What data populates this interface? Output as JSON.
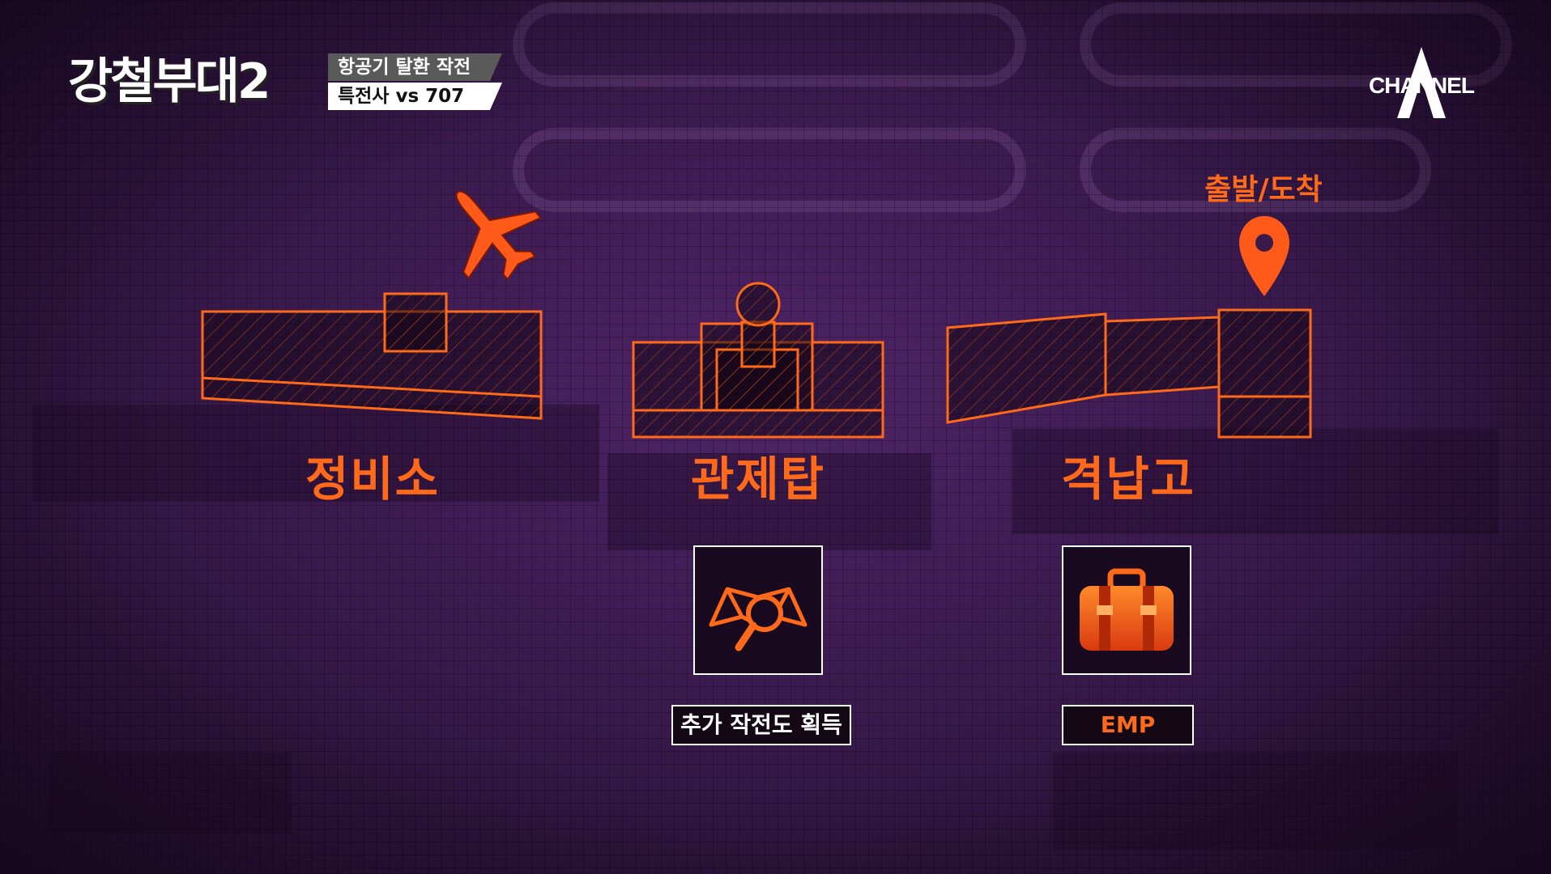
{
  "show": {
    "logo_text": "강철부대2",
    "subtitle_line1": "항공기 탈환 작전",
    "subtitle_line2": "특전사 vs 707"
  },
  "broadcaster": {
    "logo_text": "CHANNEL"
  },
  "map": {
    "destination_label": "출발/도착",
    "buildings": [
      {
        "name": "정비소"
      },
      {
        "name": "관제탑"
      },
      {
        "name": "격납고"
      }
    ],
    "rewards": [
      {
        "label": "추가 작전도 획득",
        "icon": "map-search-icon"
      },
      {
        "label": "EMP",
        "icon": "bag-icon"
      }
    ]
  },
  "colors": {
    "accent": "#ff6a1a",
    "background": "#3a1a4d"
  }
}
